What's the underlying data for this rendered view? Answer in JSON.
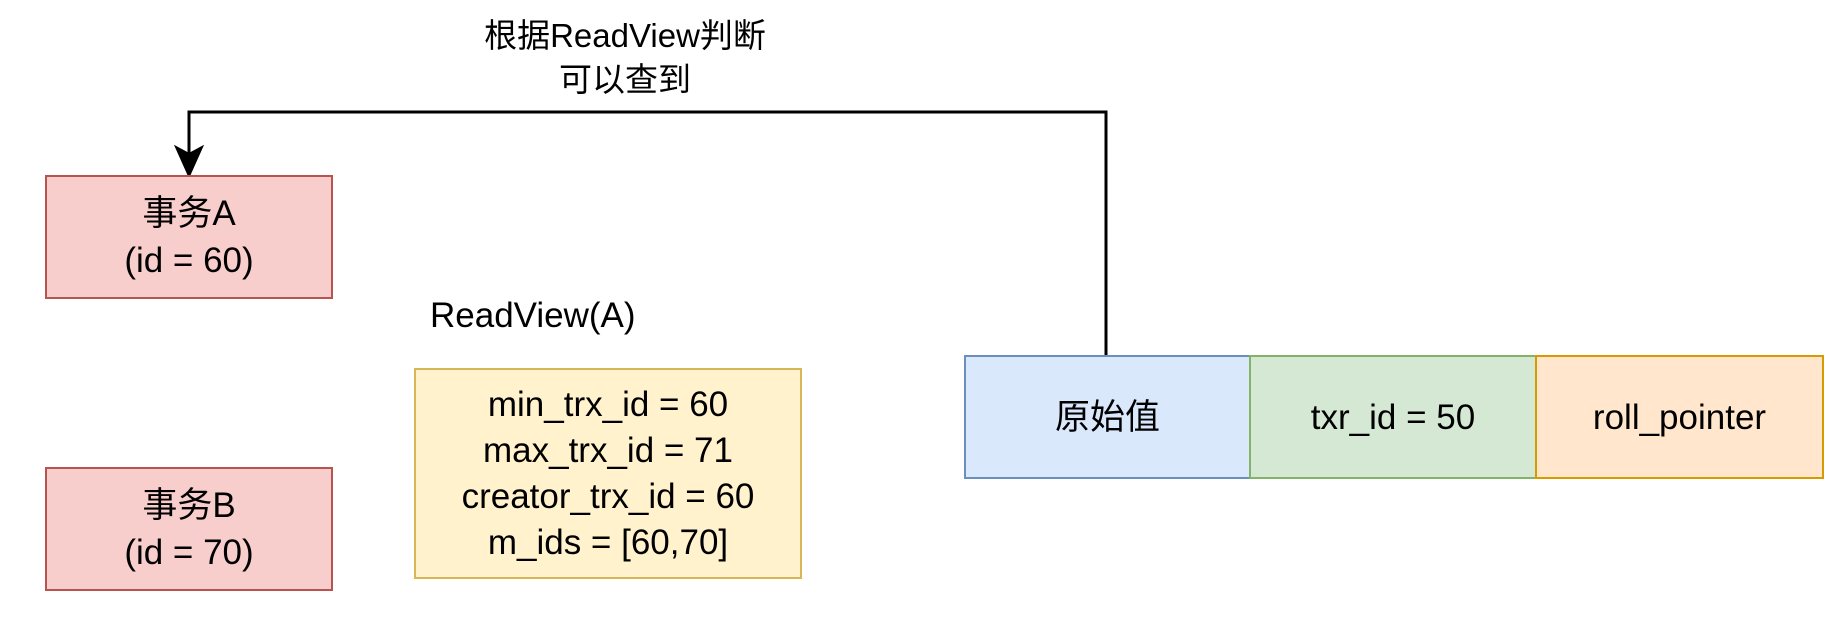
{
  "arrow": {
    "label_line1": "根据ReadView判断",
    "label_line2": "可以查到"
  },
  "transactions": [
    {
      "name": "事务A",
      "id_text": "(id = 60)"
    },
    {
      "name": "事务B",
      "id_text": "(id = 70)"
    }
  ],
  "readview": {
    "title": "ReadView(A)",
    "lines": [
      "min_trx_id = 60",
      "max_trx_id = 71",
      "creator_trx_id = 60",
      "m_ids = [60,70]"
    ]
  },
  "record": {
    "value": "原始值",
    "txr_id": "txr_id = 50",
    "roll_pointer": "roll_pointer"
  },
  "colors": {
    "transaction_fill": "#f8cecc",
    "transaction_border": "#b85450",
    "readview_fill": "#fff2cc",
    "readview_border": "#d6b656",
    "value_fill": "#dae8fc",
    "value_border": "#6c8ebf",
    "txr_fill": "#d5e8d4",
    "txr_border": "#82b366",
    "roll_fill": "#ffe6cc",
    "roll_border": "#d79b00"
  }
}
